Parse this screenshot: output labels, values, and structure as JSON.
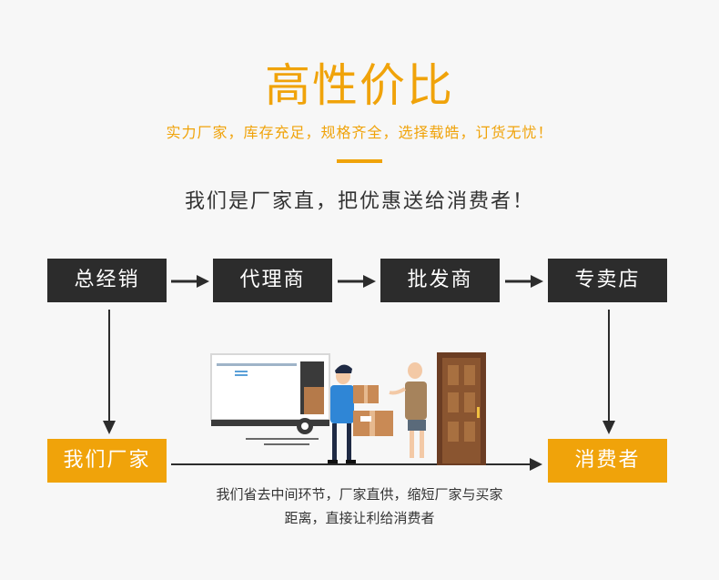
{
  "header": {
    "title": "高性价比",
    "subtitle": "实力厂家，库存充足，规格齐全，选择载皓，订货无忧！",
    "slogan": "我们是厂家直，把优惠送给消费者！"
  },
  "flow": {
    "chain": [
      "总经销",
      "代理商",
      "批发商",
      "专卖店"
    ],
    "factory": "我们厂家",
    "consumer": "消费者"
  },
  "note": {
    "line1": "我们省去中间环节，厂家直供，缩短厂家与买家",
    "line2": "距离，直接让利给消费者"
  },
  "colors": {
    "accent": "#f0a30a",
    "dark": "#2c2c2c",
    "background": "#f7f7f7"
  }
}
